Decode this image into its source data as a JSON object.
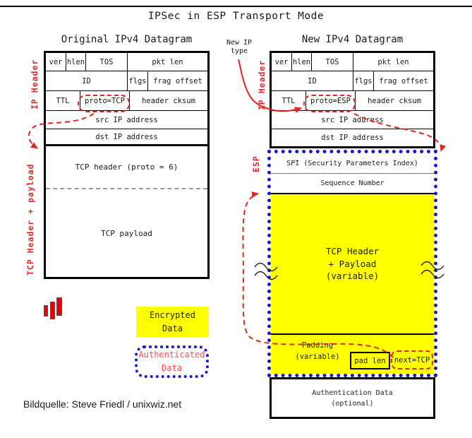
{
  "title": "IPSec in ESP Transport Mode",
  "caption": "Bildquelle: Steve Friedl / unixwiz.net",
  "colors": {
    "accent_red": "#e62222",
    "authenticated_blue": "#1414dd",
    "encrypted_yellow": "#ffff00"
  },
  "original_datagram": {
    "subtitle": "Original IPv4 Datagram",
    "ip_header_label": "IP Header",
    "tcp_side_label": "TCP Header + payload",
    "row1": {
      "ver": "ver",
      "hlen": "hlen",
      "tos": "TOS",
      "pkt_len": "pkt len"
    },
    "row2": {
      "id": "ID",
      "flgs": "flgs",
      "frag_offset": "frag offset"
    },
    "row3": {
      "ttl": "TTL",
      "proto": "proto=TCP",
      "header_cksum": "header cksum"
    },
    "row4": {
      "src_ip": "src IP address"
    },
    "row5": {
      "dst_ip": "dst IP address"
    },
    "tcp_header": "TCP header (proto = 6)",
    "tcp_payload": "TCP payload"
  },
  "new_datagram": {
    "subtitle": "New IPv4 Datagram",
    "new_ip_type_note": "New IP\ntype",
    "ip_header_label": "IP Header",
    "esp_side_label": "ESP",
    "row1": {
      "ver": "ver",
      "hlen": "hlen",
      "tos": "TOS",
      "pkt_len": "pkt len"
    },
    "row2": {
      "id": "ID",
      "flgs": "flgs",
      "frag_offset": "frag offset"
    },
    "row3": {
      "ttl": "TTL",
      "proto": "proto=ESP",
      "header_cksum": "header cksum"
    },
    "row4": {
      "src_ip": "src IP address"
    },
    "row5": {
      "dst_ip": "dst IP address"
    },
    "spi": "SPI (Security Parameters Index)",
    "sequence_number": "Sequence Number",
    "tcp_block": "TCP Header\n+ Payload\n(variable)",
    "padding": "Padding\n(variable)",
    "pad_len": "pad len",
    "next_header": "next=TCP",
    "auth_data": "Authentication Data\n(optional)"
  },
  "legend": {
    "encrypted": "Encrypted\nData",
    "authenticated": "Authenticated\nData"
  }
}
